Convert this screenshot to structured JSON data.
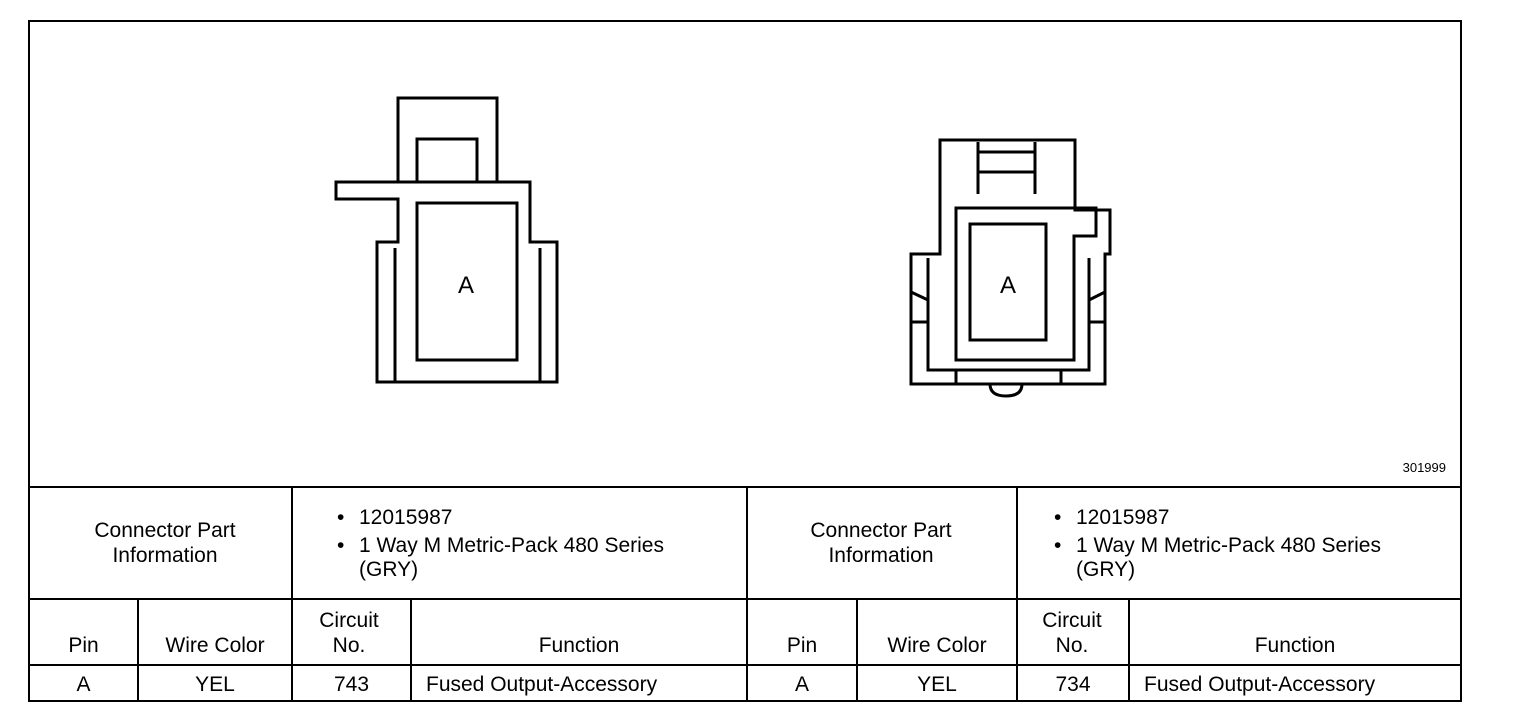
{
  "figure": {
    "id": "301999",
    "left_connector": {
      "cavity_label": "A"
    },
    "right_connector": {
      "cavity_label": "A"
    }
  },
  "connectors": [
    {
      "info_label": "Connector Part Information",
      "info_items": [
        "12015987",
        "1 Way M Metric-Pack 480 Series (GRY)"
      ],
      "headers": {
        "pin": "Pin",
        "wire_color": "Wire Color",
        "circuit": "Circuit No.",
        "function": "Function"
      },
      "rows": [
        {
          "pin": "A",
          "wire_color": "YEL",
          "circuit": "743",
          "function": "Fused Output-Accessory"
        }
      ]
    },
    {
      "info_label": "Connector Part Information",
      "info_items": [
        "12015987",
        "1 Way M Metric-Pack 480 Series (GRY)"
      ],
      "headers": {
        "pin": "Pin",
        "wire_color": "Wire Color",
        "circuit": "Circuit No.",
        "function": "Function"
      },
      "rows": [
        {
          "pin": "A",
          "wire_color": "YEL",
          "circuit": "734",
          "function": "Fused Output-Accessory"
        }
      ]
    }
  ]
}
